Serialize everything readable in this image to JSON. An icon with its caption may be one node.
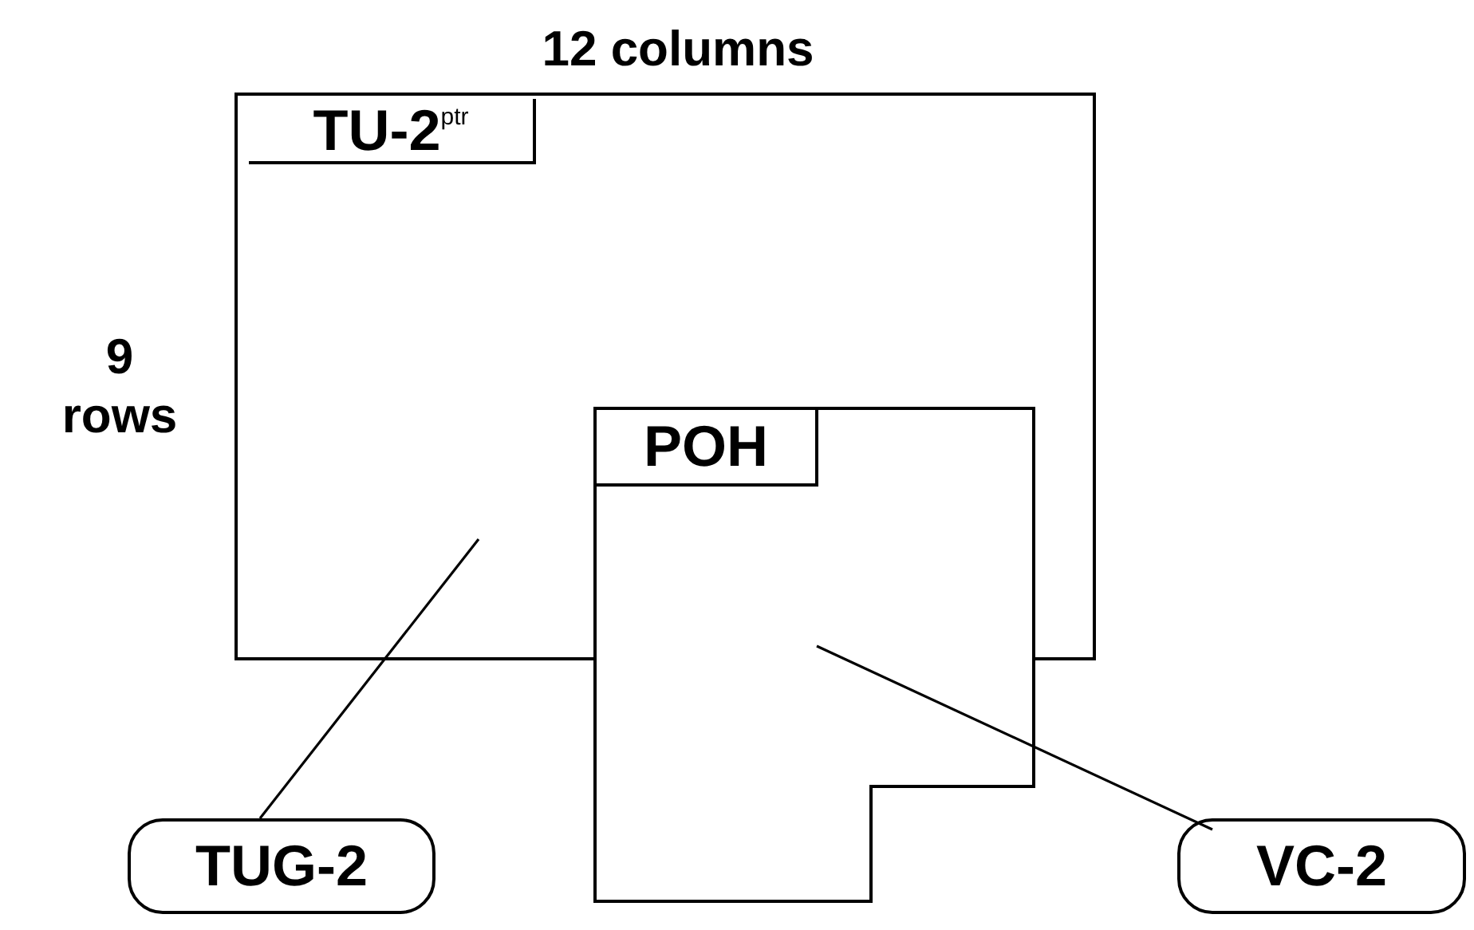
{
  "diagram": {
    "nodes": [
      {
        "text": [],
        "shape": "box"
      },
      {
        "text": [
          "TU-2$^{ptr}$"
        ],
        "in": 0
      },
      {
        "text": [],
        "shape": "box"
      },
      {
        "text": [
          "POH"
        ]
      },
      {
        "text": [
          "TUG-2"
        ]
      },
      {
        "text": [
          "VC-2"
        ]
      }
    ],
    "edges": [
      {
        "from": 4,
        "to": 0,
        "arrow": "none"
      },
      {
        "from": 5,
        "to": 2,
        "arrow": "none"
      }
    ],
    "labels": [
      "12 columns",
      "9 rows"
    ]
  }
}
